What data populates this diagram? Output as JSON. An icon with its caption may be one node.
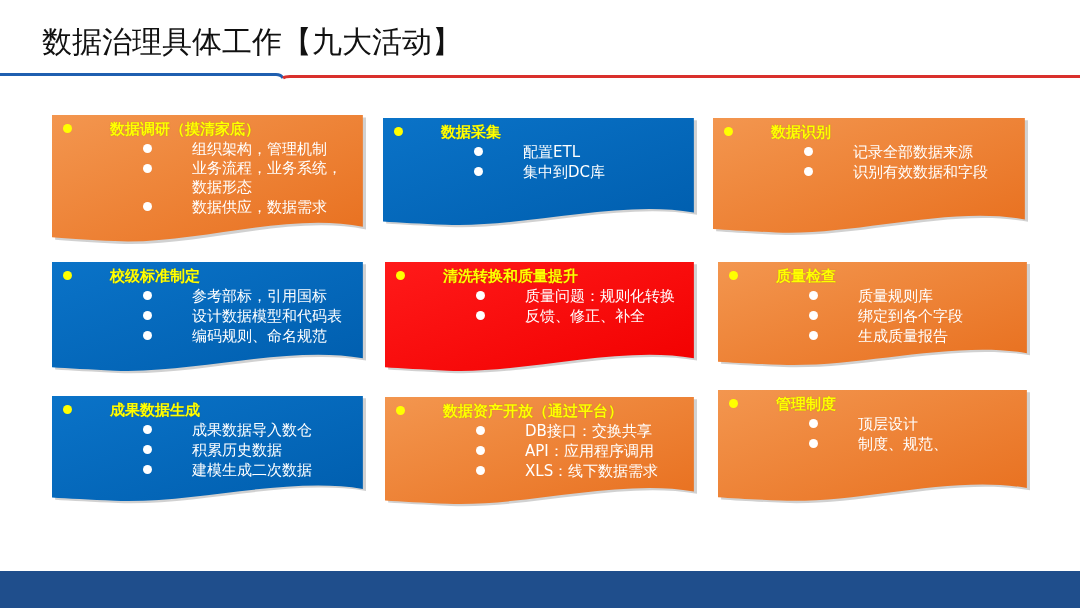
{
  "diagram": {
    "title": "数据治理具体工作【九大活动】",
    "nodes": [
      {
        "text": [
          "数据调研（摸清家底）",
          "组织架构，管理机制",
          "业务流程，业务系统，数据形态",
          "数据供应，数据需求"
        ]
      },
      {
        "text": [
          "数据采集",
          "配置ETL",
          "集中到DC库"
        ]
      },
      {
        "text": [
          "数据识别",
          "记录全部数据来源",
          "识别有效数据和字段"
        ]
      },
      {
        "text": [
          "校级标准制定",
          "参考部标，引用国标",
          "设计数据模型和代码表",
          "编码规则、命名规范"
        ]
      },
      {
        "text": [
          "清洗转换和质量提升",
          "质量问题：规则化转换",
          "反馈、修正、补全"
        ]
      },
      {
        "text": [
          "质量检查",
          "质量规则库",
          "绑定到各个字段",
          "生成质量报告"
        ]
      },
      {
        "text": [
          "成果数据生成",
          "成果数据导入数仓",
          "积累历史数据",
          "建模生成二次数据"
        ]
      },
      {
        "text": [
          "数据资产开放（通过平台）",
          "DB接口：交换共享",
          "API：应用程序调用",
          "XLS：线下数据需求"
        ]
      },
      {
        "text": [
          "管理制度",
          "顶层设计",
          "制度、规范、"
        ]
      }
    ]
  }
}
